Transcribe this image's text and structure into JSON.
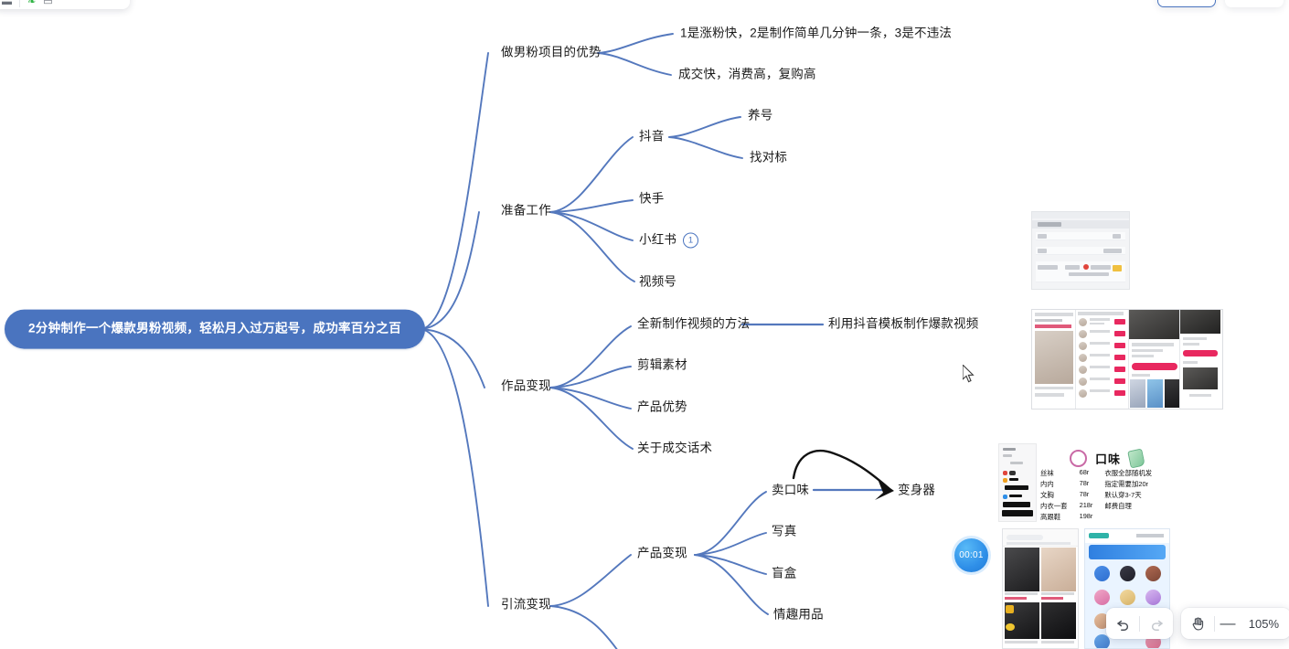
{
  "app": {
    "zoom_level": "105%",
    "timer_badge": "00:01"
  },
  "toolbar": {
    "undo_label": "↶",
    "redo_label": "↷",
    "pan_label": "✋",
    "zoom_out_label": "—",
    "zoom_value": "105%"
  },
  "mindmap": {
    "root": "2分钟制作一个爆款男粉视频，轻松月入过万起号，成功率百分之百",
    "branches": [
      {
        "label": "做男粉项目的优势",
        "children": [
          {
            "label": "1是涨粉快，2是制作简单几分钟一条，3是不违法"
          },
          {
            "label": "成交快，消费高，复购高"
          }
        ]
      },
      {
        "label": "准备工作",
        "children": [
          {
            "label": "抖音",
            "children": [
              {
                "label": "养号"
              },
              {
                "label": "找对标"
              }
            ]
          },
          {
            "label": "快手"
          },
          {
            "label": "小红书",
            "collapsed_count": "1"
          },
          {
            "label": "视频号"
          }
        ]
      },
      {
        "label": "作品变现",
        "children": [
          {
            "label": "全新制作视频的方法",
            "children": [
              {
                "label": "利用抖音模板制作爆款视频"
              }
            ]
          },
          {
            "label": "剪辑素材"
          },
          {
            "label": "产品优势"
          },
          {
            "label": "关于成交话术"
          }
        ]
      },
      {
        "label": "引流变现",
        "children": [
          {
            "label": "产品变现",
            "children": [
              {
                "label": "卖口味",
                "arrow_to": "变身器"
              },
              {
                "label": "写真"
              },
              {
                "label": "盲盒"
              },
              {
                "label": "情趣用品"
              }
            ]
          }
        ]
      }
    ],
    "floating_nodes": [
      {
        "label": "变身器"
      }
    ]
  },
  "attachments": {
    "price_card": {
      "mouth_label": "口味",
      "rows": [
        {
          "name": "丝袜",
          "price": "68r",
          "note": "衣服全部随机发"
        },
        {
          "name": "内内",
          "price": "78r",
          "note": "指定需要加20r"
        },
        {
          "name": "文胸",
          "price": "78r",
          "note": "默认穿3-7天"
        },
        {
          "name": "内衣一套",
          "price": "218r",
          "note": "邮费自理"
        },
        {
          "name": "高跟鞋",
          "price": "198r",
          "note": ""
        }
      ]
    }
  },
  "colors": {
    "root_fill": "#4a74bf",
    "branch_line": "#5478bd",
    "arrow_black": "#111111",
    "timer_blue": "#2f8fe8"
  }
}
